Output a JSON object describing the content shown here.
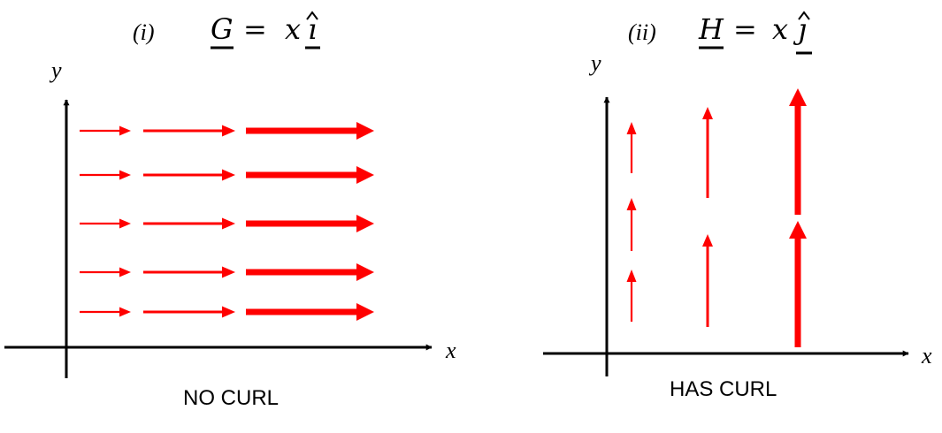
{
  "panels": [
    {
      "id": "g",
      "roman": "(i)",
      "vector_letter": "G",
      "equals": "=",
      "variable": "x",
      "unit_letter": "ı",
      "axis_y": "y",
      "axis_x": "x",
      "caption": "NO CURL",
      "arrow_color": "#ff0000"
    },
    {
      "id": "h",
      "roman": "(ii)",
      "vector_letter": "H",
      "equals": "=",
      "variable": "x",
      "unit_letter": "ȷ",
      "axis_y": "y",
      "axis_x": "x",
      "caption": "HAS  CURL",
      "arrow_color": "#ff0000"
    }
  ]
}
